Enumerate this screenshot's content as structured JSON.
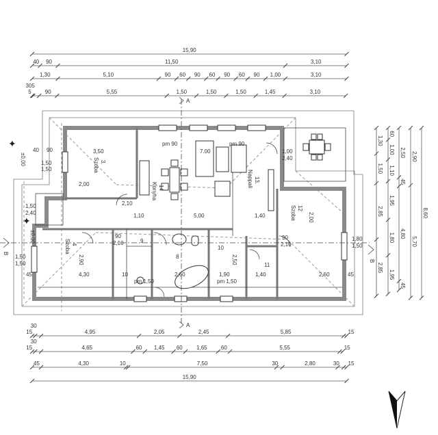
{
  "top_dimensions": [
    {
      "segments": [
        {
          "label": "15,90",
          "m": 15.9
        }
      ]
    },
    {
      "segments": [
        {
          "label": "40",
          "m": 0.4
        },
        {
          "label": "90",
          "m": 0.9
        },
        {
          "label": "11,50",
          "m": 11.5
        },
        {
          "label": "3,10",
          "m": 3.1
        }
      ]
    },
    {
      "segments": [
        {
          "label": "1,30",
          "m": 1.3
        },
        {
          "label": "5,10",
          "m": 5.1
        },
        {
          "label": "90",
          "m": 0.9
        },
        {
          "label": "60",
          "m": 0.6
        },
        {
          "label": "90",
          "m": 0.9
        },
        {
          "label": "60",
          "m": 0.6
        },
        {
          "label": "90",
          "m": 0.9
        },
        {
          "label": "60",
          "m": 0.6
        },
        {
          "label": "90",
          "m": 0.9
        },
        {
          "label": "1,00",
          "m": 1.0
        },
        {
          "label": "3,10",
          "m": 3.1
        }
      ]
    },
    {
      "segments": [
        {
          "label": "5",
          "m": 0.05
        },
        {
          "label": "305",
          "m": 0.305
        },
        {
          "label": "90",
          "m": 0.9
        },
        {
          "label": "5,55",
          "m": 5.55
        },
        {
          "label": "1,50",
          "m": 1.5
        },
        {
          "label": "1,50",
          "m": 1.5
        },
        {
          "label": "1,50",
          "m": 1.5
        },
        {
          "label": "1,45",
          "m": 1.45
        },
        {
          "label": "3,10",
          "m": 3.1
        }
      ]
    }
  ],
  "bottom_dimensions": [
    {
      "segments": [
        {
          "label": "15",
          "m": 0.15
        },
        {
          "label": "30",
          "m": 0.3
        },
        {
          "label": "4,95",
          "m": 4.95
        },
        {
          "label": "2,05",
          "m": 2.05
        },
        {
          "label": "2,45",
          "m": 2.45
        },
        {
          "label": "5,85",
          "m": 5.85
        },
        {
          "label": "15",
          "m": 0.15
        }
      ]
    },
    {
      "segments": [
        {
          "label": "15",
          "m": 0.15
        },
        {
          "label": "30",
          "m": 0.3
        },
        {
          "label": "4,65",
          "m": 4.65
        },
        {
          "label": "60",
          "m": 0.6
        },
        {
          "label": "1,45",
          "m": 1.45
        },
        {
          "label": "60",
          "m": 0.6
        },
        {
          "label": "1,65",
          "m": 1.65
        },
        {
          "label": "60",
          "m": 0.6
        },
        {
          "label": "5,55",
          "m": 5.55
        },
        {
          "label": "15",
          "m": 0.15
        }
      ]
    },
    {
      "segments": [
        {
          "label": "45",
          "m": 0.45
        },
        {
          "label": "4,30",
          "m": 4.3
        },
        {
          "label": "10",
          "m": 0.1
        },
        {
          "label": "7,50",
          "m": 7.5
        },
        {
          "label": "30",
          "m": 0.3
        },
        {
          "label": "2,80",
          "m": 2.8
        },
        {
          "label": "30",
          "m": 0.3
        },
        {
          "label": "15",
          "m": 0.15
        }
      ]
    },
    {
      "segments": [
        {
          "label": "15,90",
          "m": 15.9
        }
      ]
    }
  ],
  "right_dimensions": [
    {
      "segments": [
        {
          "label": "1,30",
          "m": 1.3
        },
        {
          "label": "1,50",
          "m": 1.5
        },
        {
          "label": "2,85",
          "m": 2.85
        },
        {
          "label": "2,85",
          "m": 2.85
        }
      ]
    },
    {
      "segments": [
        {
          "label": "60",
          "m": 0.6
        },
        {
          "label": "1,00",
          "m": 1.0
        },
        {
          "label": "1,10",
          "m": 1.1
        },
        {
          "label": "1,95",
          "m": 1.95
        },
        {
          "label": "1,80",
          "m": 1.8
        },
        {
          "label": "1,95",
          "m": 1.95
        }
      ]
    },
    {
      "segments": [
        {
          "label": "2,50",
          "m": 2.5
        },
        {
          "label": "45",
          "m": 0.45
        },
        {
          "label": "4,80",
          "m": 4.8
        },
        {
          "label": "45",
          "m": 0.45
        }
      ]
    },
    {
      "segments": [
        {
          "label": "2,90",
          "m": 2.9
        },
        {
          "label": "5,70",
          "m": 5.7
        }
      ]
    },
    {
      "segments": [
        {
          "label": "8,60",
          "m": 8.6
        }
      ]
    }
  ],
  "rooms": {
    "szoba3": {
      "num": "3.",
      "name": "Szoba"
    },
    "konyha": {
      "num": "14",
      "name": "Konyha"
    },
    "nappali": {
      "num": "13.",
      "name": "Nappali"
    },
    "szoba12": {
      "num": "12",
      "name": "Szoba"
    },
    "szoba4": {
      "num": "4",
      "name": "Szoba"
    },
    "r8": "8",
    "r9": "9",
    "r10": "10",
    "r11": "11",
    "r7": "7.00"
  },
  "inner_labels": {
    "szoba3_width": "3,50",
    "szoba3_w2": "2,00",
    "kitchen_w": "2,10",
    "corr_w": "1,10",
    "corr_len": "5,00",
    "corr_r": "1,40",
    "szoba4_w": "4,30",
    "szoba4_h": "2,90",
    "bath_w": "2,60",
    "r10_w": "1,90",
    "r11_w": "1,40",
    "r12_w": "2,60",
    "r12_h": "2,00",
    "r10_h": "2,50",
    "pm90": "pm 90",
    "pm150": "pm 1,50",
    "door": "90",
    "door_h": "2,10",
    "level_a": "±0,00",
    "level_b": "±0,00",
    "terr_w": "1,00",
    "terr_h": "2,40",
    "win_left_a": "1,50",
    "win_left_b": "1,50",
    "win_right_a": "1,80",
    "win_right_b": "1,50",
    "storage_a": "1,50",
    "storage_b": "2,40",
    "x45": "45",
    "x10": "10",
    "x40": "40",
    "x90": "90"
  },
  "section_markers": {
    "a": "A",
    "b": "B"
  }
}
